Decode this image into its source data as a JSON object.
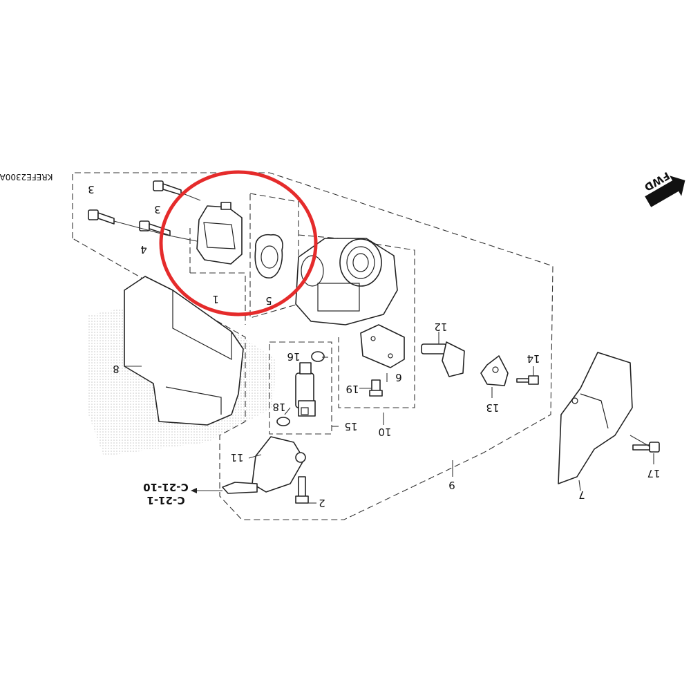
{
  "diagram": {
    "code": "KREFE2300A",
    "fwd_label": "FWD",
    "highlight_color": "#e52b2b",
    "ink_color": "#222222",
    "callouts": [
      {
        "id": "c1",
        "text": "1"
      },
      {
        "id": "c2",
        "text": "2"
      },
      {
        "id": "c3a",
        "text": "3"
      },
      {
        "id": "c3b",
        "text": "3"
      },
      {
        "id": "c4",
        "text": "4"
      },
      {
        "id": "c5",
        "text": "5"
      },
      {
        "id": "c6",
        "text": "6"
      },
      {
        "id": "c7",
        "text": "7"
      },
      {
        "id": "c8",
        "text": "8"
      },
      {
        "id": "c9",
        "text": "9"
      },
      {
        "id": "c10",
        "text": "10"
      },
      {
        "id": "c11",
        "text": "11"
      },
      {
        "id": "c12",
        "text": "12"
      },
      {
        "id": "c13",
        "text": "13"
      },
      {
        "id": "c14",
        "text": "14"
      },
      {
        "id": "c15",
        "text": "15"
      },
      {
        "id": "c16",
        "text": "16"
      },
      {
        "id": "c17",
        "text": "17"
      },
      {
        "id": "c18",
        "text": "18"
      },
      {
        "id": "c19",
        "text": "19"
      }
    ],
    "references": [
      {
        "id": "r1",
        "text": "C-21-1"
      },
      {
        "id": "r2",
        "text": "C-21-10"
      }
    ]
  }
}
